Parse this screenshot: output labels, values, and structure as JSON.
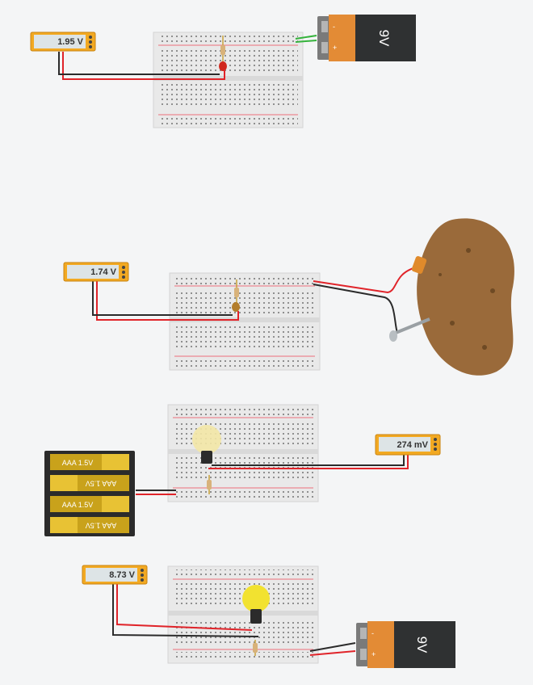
{
  "circuits": [
    {
      "name": "LED circuit with 9V battery",
      "meter_reading": "1.95 V",
      "led_color": "#d0271d",
      "battery_label": "9V",
      "battery_terminals": [
        "-",
        "+"
      ]
    },
    {
      "name": "Potato battery circuit",
      "meter_reading": "1.74 V",
      "led_color": "#b37d2a"
    },
    {
      "name": "Light bulb with AAA battery pack",
      "meter_reading": "274 mV",
      "aaa_cells": [
        "AAA 1.5V",
        "AAA 1.5V",
        "AAA 1.5V",
        "AAA 1.5V"
      ],
      "bulb_color": "#f3e7a6"
    },
    {
      "name": "Light bulb with 9V battery",
      "meter_reading": "8.73 V",
      "bulb_color": "#f2e230",
      "battery_label": "9V",
      "battery_terminals": [
        "-",
        "+"
      ]
    }
  ],
  "colors": {
    "wire_red": "#e0242a",
    "wire_black": "#2b2b2b",
    "wire_green": "#35b33c",
    "meter_body": "#f2a922",
    "battery_orange": "#e38b35",
    "battery_black": "#2f3132",
    "potato": "#9a6a3a"
  }
}
